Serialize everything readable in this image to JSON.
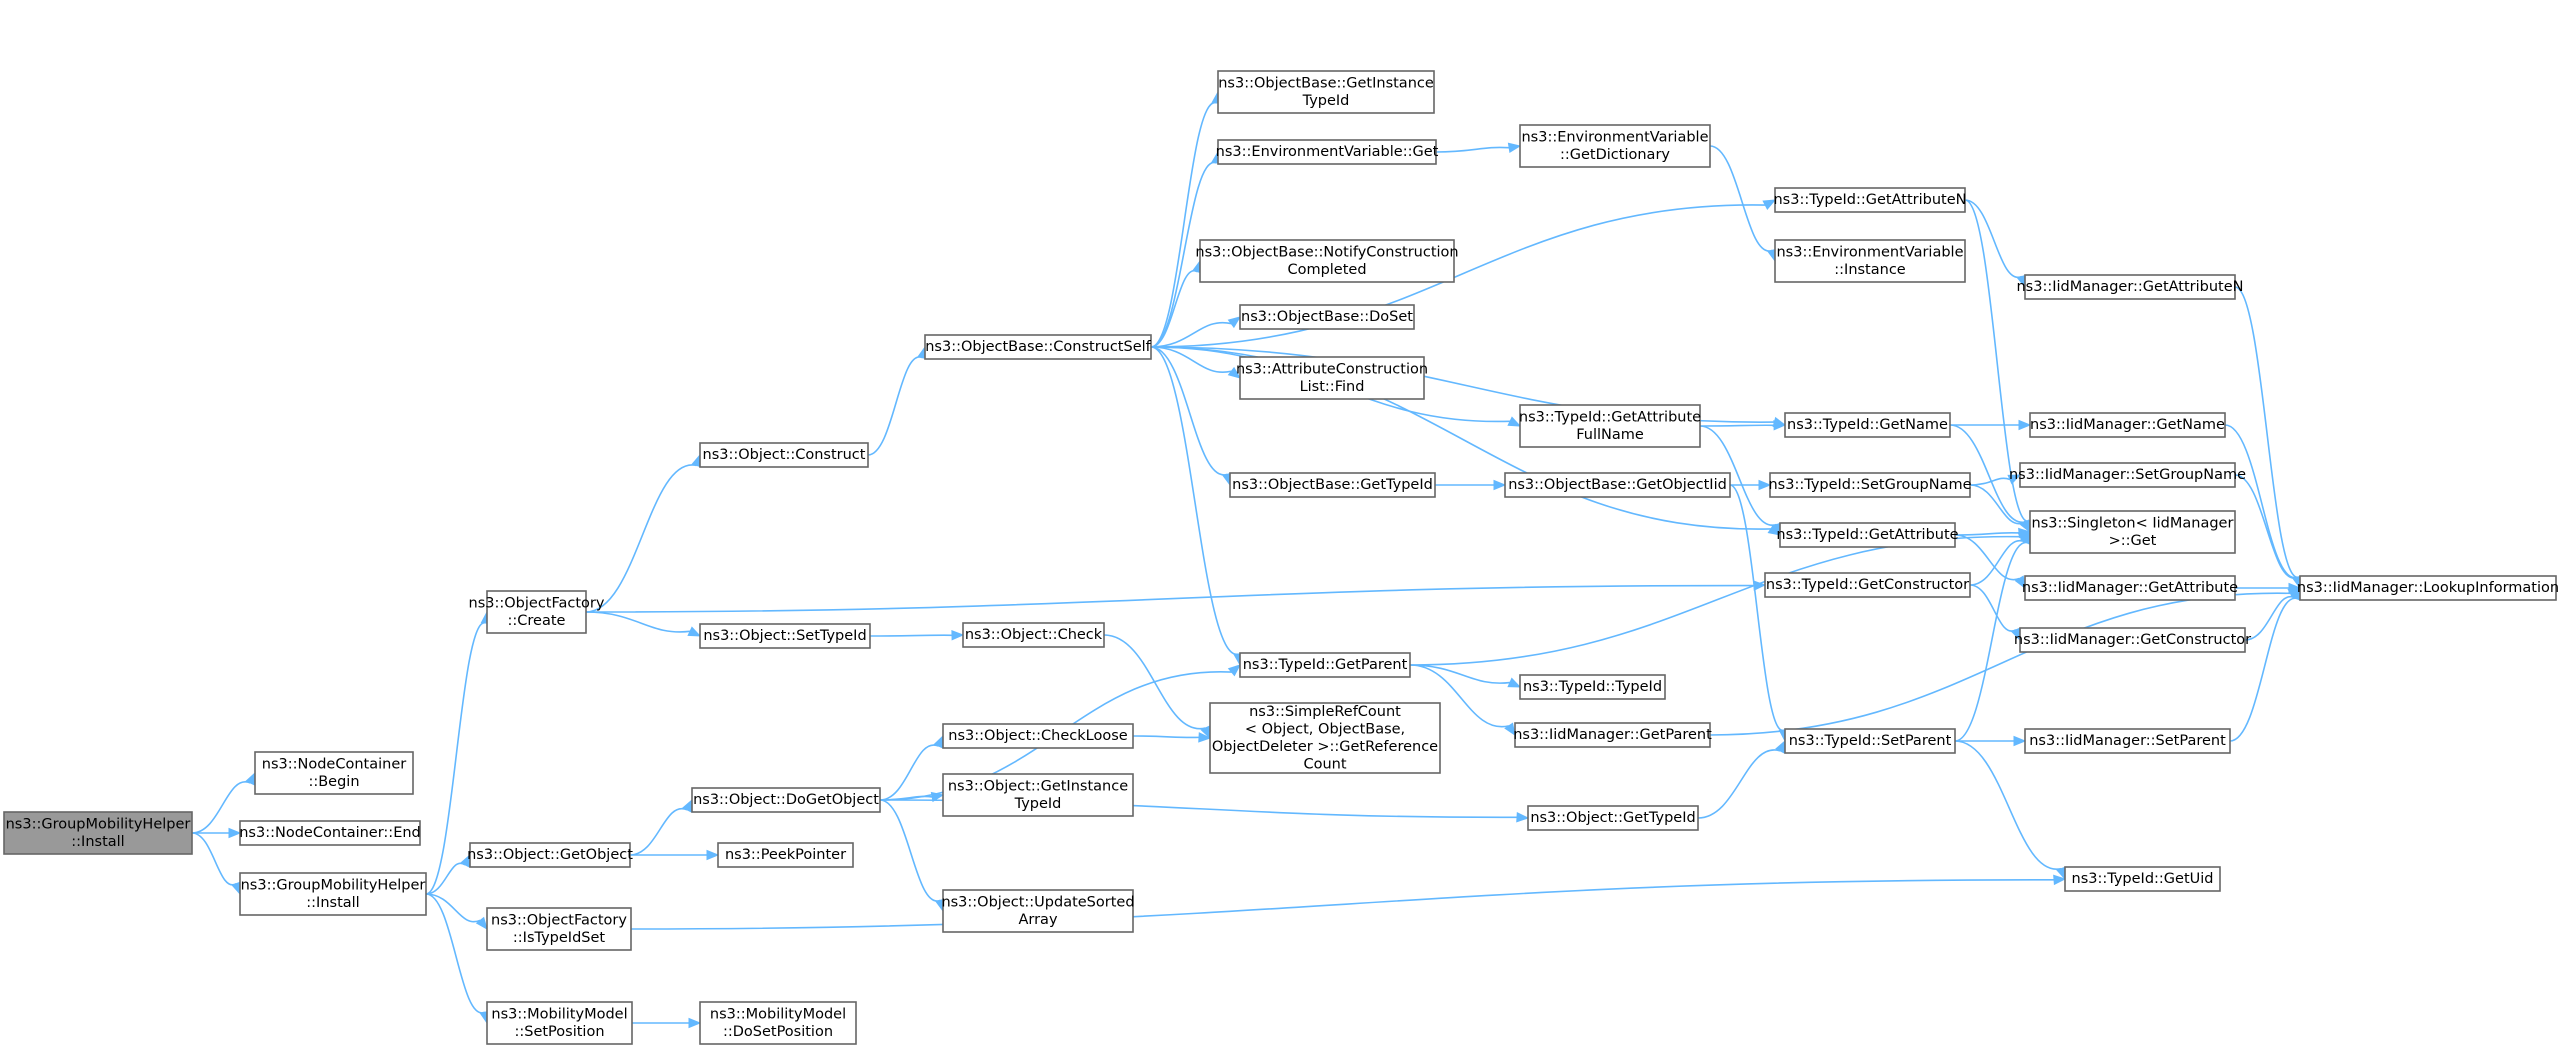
{
  "nodes": {
    "gmh_install_root": {
      "lines": [
        "ns3::GroupMobilityHelper",
        "::Install"
      ],
      "root": true
    },
    "nc_begin": {
      "lines": [
        "ns3::NodeContainer",
        "::Begin"
      ]
    },
    "nc_end": {
      "lines": [
        "ns3::NodeContainer::End"
      ]
    },
    "gmh_install": {
      "lines": [
        "ns3::GroupMobilityHelper",
        "::Install"
      ]
    },
    "of_create": {
      "lines": [
        "ns3::ObjectFactory",
        "::Create"
      ]
    },
    "obj_getobject": {
      "lines": [
        "ns3::Object::GetObject"
      ]
    },
    "of_istypeidset": {
      "lines": [
        "ns3::ObjectFactory",
        "::IsTypeIdSet"
      ]
    },
    "mm_setposition": {
      "lines": [
        "ns3::MobilityModel",
        "::SetPosition"
      ]
    },
    "obj_construct": {
      "lines": [
        "ns3::Object::Construct"
      ]
    },
    "obj_settypeid": {
      "lines": [
        "ns3::Object::SetTypeId"
      ]
    },
    "obj_dogetobject": {
      "lines": [
        "ns3::Object::DoGetObject"
      ]
    },
    "peekpointer": {
      "lines": [
        "ns3::PeekPointer"
      ]
    },
    "mm_dosetposition": {
      "lines": [
        "ns3::MobilityModel",
        "::DoSetPosition"
      ]
    },
    "ob_constructself": {
      "lines": [
        "ns3::ObjectBase::ConstructSelf"
      ]
    },
    "obj_check": {
      "lines": [
        "ns3::Object::Check"
      ]
    },
    "obj_checkloose": {
      "lines": [
        "ns3::Object::CheckLoose"
      ]
    },
    "obj_getinstancetypeid": {
      "lines": [
        "ns3::Object::GetInstance",
        "TypeId"
      ]
    },
    "obj_updatesortedarray": {
      "lines": [
        "ns3::Object::UpdateSorted",
        "Array"
      ]
    },
    "ob_getinstancetypeid": {
      "lines": [
        "ns3::ObjectBase::GetInstance",
        "TypeId"
      ]
    },
    "ev_get": {
      "lines": [
        "ns3::EnvironmentVariable::Get"
      ]
    },
    "ob_notifyconstruction": {
      "lines": [
        "ns3::ObjectBase::NotifyConstruction",
        "Completed"
      ]
    },
    "ob_doset": {
      "lines": [
        "ns3::ObjectBase::DoSet"
      ]
    },
    "acl_find": {
      "lines": [
        "ns3::AttributeConstruction",
        "List::Find"
      ]
    },
    "ob_gettypeid": {
      "lines": [
        "ns3::ObjectBase::GetTypeId"
      ]
    },
    "tid_getparent": {
      "lines": [
        "ns3::TypeId::GetParent"
      ]
    },
    "simplerefcount": {
      "lines": [
        "ns3::SimpleRefCount",
        "< Object, ObjectBase,",
        "ObjectDeleter >::GetReference",
        "Count"
      ]
    },
    "ev_getdictionary": {
      "lines": [
        "ns3::EnvironmentVariable",
        "::GetDictionary"
      ]
    },
    "tid_getattributefullname": {
      "lines": [
        "ns3::TypeId::GetAttribute",
        "FullName"
      ]
    },
    "ob_getobjectiid": {
      "lines": [
        "ns3::ObjectBase::GetObjectIid"
      ]
    },
    "tid_typeid": {
      "lines": [
        "ns3::TypeId::TypeId"
      ]
    },
    "iid_getparent": {
      "lines": [
        "ns3::IidManager::GetParent"
      ]
    },
    "obj_gettypeid": {
      "lines": [
        "ns3::Object::GetTypeId"
      ]
    },
    "tid_getattributen": {
      "lines": [
        "ns3::TypeId::GetAttributeN"
      ]
    },
    "ev_instance": {
      "lines": [
        "ns3::EnvironmentVariable",
        "::Instance"
      ]
    },
    "tid_getname": {
      "lines": [
        "ns3::TypeId::GetName"
      ]
    },
    "tid_setgroupname": {
      "lines": [
        "ns3::TypeId::SetGroupName"
      ]
    },
    "tid_getattribute": {
      "lines": [
        "ns3::TypeId::GetAttribute"
      ]
    },
    "tid_getconstructor": {
      "lines": [
        "ns3::TypeId::GetConstructor"
      ]
    },
    "tid_setparent": {
      "lines": [
        "ns3::TypeId::SetParent"
      ]
    },
    "tid_getuid": {
      "lines": [
        "ns3::TypeId::GetUid"
      ]
    },
    "iid_getattributen": {
      "lines": [
        "ns3::IidManager::GetAttributeN"
      ]
    },
    "iid_getname": {
      "lines": [
        "ns3::IidManager::GetName"
      ]
    },
    "iid_setgroupname": {
      "lines": [
        "ns3::IidManager::SetGroupName"
      ]
    },
    "singleton_get": {
      "lines": [
        "ns3::Singleton< IidManager",
        ">::Get"
      ]
    },
    "iid_getattribute": {
      "lines": [
        "ns3::IidManager::GetAttribute"
      ]
    },
    "iid_getconstructor": {
      "lines": [
        "ns3::IidManager::GetConstructor"
      ]
    },
    "iid_setparent": {
      "lines": [
        "ns3::IidManager::SetParent"
      ]
    },
    "iid_lookupinformation": {
      "lines": [
        "ns3::IidManager::LookupInformation"
      ]
    }
  },
  "edges": [
    [
      "gmh_install_root",
      "nc_begin"
    ],
    [
      "gmh_install_root",
      "nc_end"
    ],
    [
      "gmh_install_root",
      "gmh_install"
    ],
    [
      "gmh_install",
      "of_create"
    ],
    [
      "gmh_install",
      "obj_getobject"
    ],
    [
      "gmh_install",
      "of_istypeidset"
    ],
    [
      "gmh_install",
      "mm_setposition"
    ],
    [
      "of_create",
      "obj_construct"
    ],
    [
      "of_create",
      "obj_settypeid"
    ],
    [
      "of_create",
      "tid_getconstructor"
    ],
    [
      "obj_construct",
      "ob_constructself"
    ],
    [
      "obj_settypeid",
      "obj_check"
    ],
    [
      "obj_check",
      "simplerefcount"
    ],
    [
      "obj_getobject",
      "obj_dogetobject"
    ],
    [
      "obj_getobject",
      "peekpointer"
    ],
    [
      "obj_dogetobject",
      "tid_getparent"
    ],
    [
      "obj_dogetobject",
      "obj_checkloose"
    ],
    [
      "obj_dogetobject",
      "obj_getinstancetypeid"
    ],
    [
      "obj_dogetobject",
      "obj_updatesortedarray"
    ],
    [
      "obj_dogetobject",
      "obj_gettypeid"
    ],
    [
      "obj_checkloose",
      "simplerefcount"
    ],
    [
      "of_istypeidset",
      "tid_getuid"
    ],
    [
      "mm_setposition",
      "mm_dosetposition"
    ],
    [
      "ob_constructself",
      "ob_getinstancetypeid"
    ],
    [
      "ob_constructself",
      "ev_get"
    ],
    [
      "ob_constructself",
      "ob_notifyconstruction"
    ],
    [
      "ob_constructself",
      "ob_doset"
    ],
    [
      "ob_constructself",
      "acl_find"
    ],
    [
      "ob_constructself",
      "ob_gettypeid"
    ],
    [
      "ob_constructself",
      "tid_getparent"
    ],
    [
      "ob_constructself",
      "tid_getattributefullname"
    ],
    [
      "ob_constructself",
      "tid_getattribute"
    ],
    [
      "ob_constructself",
      "tid_getname"
    ],
    [
      "ob_constructself",
      "tid_getattributen"
    ],
    [
      "ev_get",
      "ev_getdictionary"
    ],
    [
      "ev_getdictionary",
      "ev_instance"
    ],
    [
      "ob_gettypeid",
      "ob_getobjectiid"
    ],
    [
      "ob_getobjectiid",
      "tid_setgroupname"
    ],
    [
      "ob_getobjectiid",
      "tid_setparent"
    ],
    [
      "tid_getattributefullname",
      "tid_getname"
    ],
    [
      "tid_getattributefullname",
      "tid_getattribute"
    ],
    [
      "tid_getparent",
      "tid_typeid"
    ],
    [
      "tid_getparent",
      "iid_getparent"
    ],
    [
      "tid_getparent",
      "singleton_get"
    ],
    [
      "iid_getparent",
      "iid_lookupinformation"
    ],
    [
      "obj_gettypeid",
      "tid_setparent"
    ],
    [
      "tid_getattributen",
      "iid_getattributen"
    ],
    [
      "tid_getattributen",
      "singleton_get"
    ],
    [
      "tid_getname",
      "iid_getname"
    ],
    [
      "tid_getname",
      "singleton_get"
    ],
    [
      "tid_setgroupname",
      "iid_setgroupname"
    ],
    [
      "tid_setgroupname",
      "singleton_get"
    ],
    [
      "tid_getattribute",
      "singleton_get"
    ],
    [
      "tid_getattribute",
      "iid_getattribute"
    ],
    [
      "tid_getconstructor",
      "singleton_get"
    ],
    [
      "tid_getconstructor",
      "iid_getconstructor"
    ],
    [
      "tid_setparent",
      "singleton_get"
    ],
    [
      "tid_setparent",
      "iid_setparent"
    ],
    [
      "tid_setparent",
      "tid_getuid"
    ],
    [
      "iid_getattributen",
      "iid_lookupinformation"
    ],
    [
      "iid_getname",
      "iid_lookupinformation"
    ],
    [
      "iid_setgroupname",
      "iid_lookupinformation"
    ],
    [
      "iid_getattribute",
      "iid_lookupinformation"
    ],
    [
      "iid_getconstructor",
      "iid_lookupinformation"
    ],
    [
      "iid_setparent",
      "iid_lookupinformation"
    ]
  ]
}
